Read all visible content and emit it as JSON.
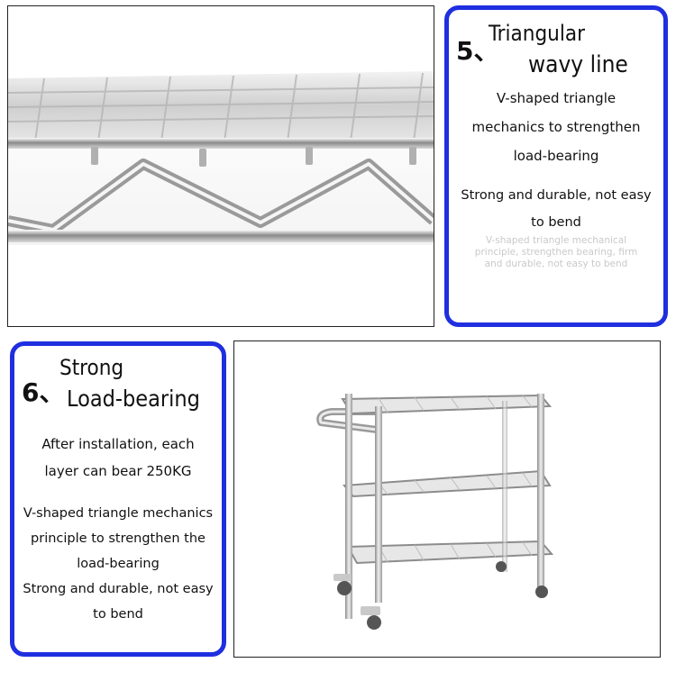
{
  "feature5": {
    "number": "5、",
    "title_line1": "Triangular",
    "title_line2": "wavy line",
    "description": [
      "V-shaped triangle",
      "mechanics to strengthen",
      "load-bearing"
    ],
    "note": [
      "Strong and durable, not easy",
      "to bend"
    ],
    "faint_text": [
      "V-shaped triangle mechanical",
      "principle, strengthen bearing, firm",
      "and durable, not easy to bend"
    ]
  },
  "feature6": {
    "number": "6、",
    "title_line1": "Strong",
    "title_line2": "Load-bearing",
    "description": [
      "After installation, each",
      "layer can bear 250KG"
    ],
    "details": [
      "V-shaped triangle mechanics",
      "principle to strengthen the",
      "load-bearing",
      "Strong and durable, not easy",
      "to bend"
    ]
  },
  "colors": {
    "card_border": "#1f2fe0",
    "frame_border": "#222222"
  }
}
